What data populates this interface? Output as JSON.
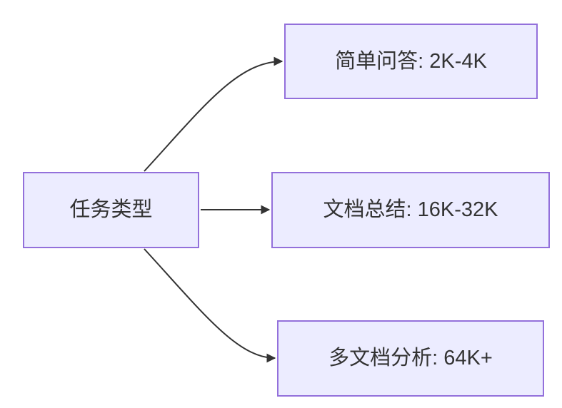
{
  "nodes": {
    "root": {
      "label": "任务类型"
    },
    "simple_qa": {
      "label": "简单问答: 2K-4K"
    },
    "doc_summary": {
      "label": "文档总结: 16K-32K"
    },
    "multidoc": {
      "label": "多文档分析: 64K+"
    }
  },
  "edges": [
    {
      "from": "root",
      "to": "simple_qa"
    },
    {
      "from": "root",
      "to": "doc_summary"
    },
    {
      "from": "root",
      "to": "multidoc"
    }
  ],
  "colors": {
    "node_fill": "#ECECFF",
    "node_border": "#9370DB",
    "edge": "#333333",
    "text": "#333333",
    "background": "#FFFFFF"
  }
}
